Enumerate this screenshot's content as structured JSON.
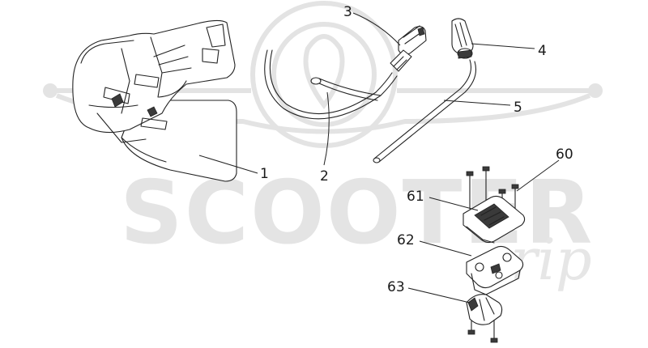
{
  "watermark": {
    "brand": "SCOOTER",
    "script": "rip"
  },
  "callouts": [
    {
      "id": "1",
      "label": "1"
    },
    {
      "id": "2",
      "label": "2"
    },
    {
      "id": "3",
      "label": "3"
    },
    {
      "id": "4",
      "label": "4"
    },
    {
      "id": "5",
      "label": "5"
    },
    {
      "id": "60",
      "label": "60"
    },
    {
      "id": "61",
      "label": "61"
    },
    {
      "id": "62",
      "label": "62"
    },
    {
      "id": "63",
      "label": "63"
    }
  ]
}
